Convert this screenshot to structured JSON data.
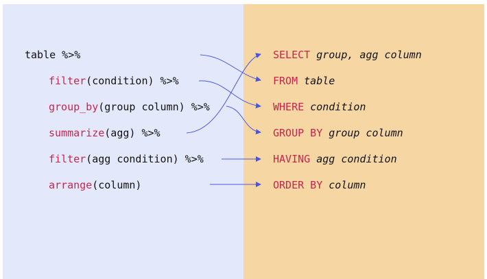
{
  "colors": {
    "left_bg": "#e3e9fb",
    "right_bg": "#f6d6a3",
    "keyword": "#c7254e",
    "text": "#111111",
    "arrow": "#4a56e2"
  },
  "dplyr": [
    {
      "plain_pre": "table %>%",
      "fn": "",
      "rest": ""
    },
    {
      "plain_pre": "",
      "fn": "filter",
      "rest": "(condition) %>%"
    },
    {
      "plain_pre": "",
      "fn": "group_by",
      "rest": "(group column) %>%"
    },
    {
      "plain_pre": "",
      "fn": "summarize",
      "rest": "(agg) %>%"
    },
    {
      "plain_pre": "",
      "fn": "filter",
      "rest": "(agg condition) %>%"
    },
    {
      "plain_pre": "",
      "fn": "arrange",
      "rest": "(column)"
    }
  ],
  "sql": [
    {
      "keyword": "SELECT",
      "arg": "group, agg column"
    },
    {
      "keyword": "FROM",
      "arg": "table"
    },
    {
      "keyword": "WHERE",
      "arg": "condition"
    },
    {
      "keyword": "GROUP BY",
      "arg": "group column"
    },
    {
      "keyword": "HAVING",
      "arg": "agg condition"
    },
    {
      "keyword": "ORDER BY",
      "arg": "column"
    }
  ]
}
